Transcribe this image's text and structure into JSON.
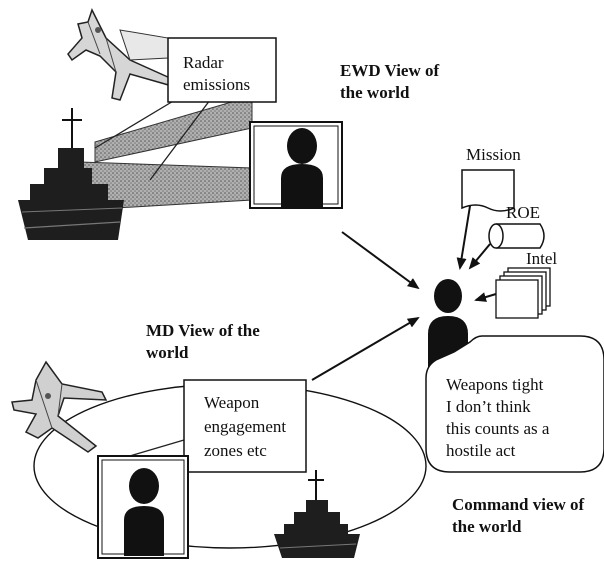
{
  "callouts": {
    "radar": [
      "Radar",
      "emissions"
    ],
    "weapon": [
      "Weapon",
      "engagement",
      "zones etc"
    ],
    "speech": [
      "Weapons tight",
      "I don’t think",
      "this counts as a",
      "hostile act"
    ]
  },
  "views": {
    "ewd": [
      "EWD View of",
      "the world"
    ],
    "md": [
      "MD View of the",
      "world"
    ],
    "command": [
      "Command view of",
      "the world"
    ]
  },
  "inputs": {
    "mission": "Mission",
    "roe": "ROE",
    "intel": "Intel"
  },
  "colors": {
    "ink": "#111111",
    "beam_fill": "#9a9a9a",
    "ship_fill": "#1e1e1e",
    "plane_fill": "#c8c8c8"
  }
}
